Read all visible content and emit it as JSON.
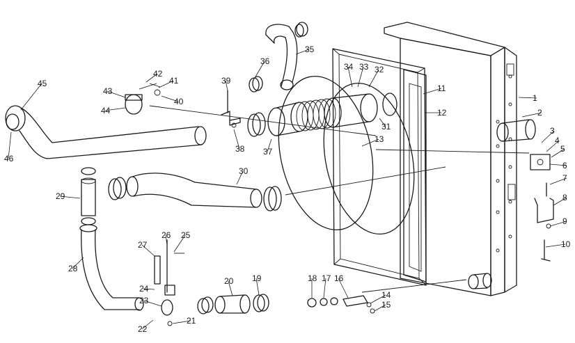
{
  "diagram": {
    "callouts": [
      {
        "id": "1",
        "text": "1"
      },
      {
        "id": "2",
        "text": "2"
      },
      {
        "id": "3",
        "text": "3"
      },
      {
        "id": "4",
        "text": "4"
      },
      {
        "id": "5",
        "text": "5"
      },
      {
        "id": "6",
        "text": "6"
      },
      {
        "id": "7",
        "text": "7"
      },
      {
        "id": "8",
        "text": "8"
      },
      {
        "id": "9",
        "text": "9"
      },
      {
        "id": "10",
        "text": "10"
      },
      {
        "id": "11",
        "text": "11"
      },
      {
        "id": "12",
        "text": "12"
      },
      {
        "id": "13",
        "text": "13"
      },
      {
        "id": "14",
        "text": "14"
      },
      {
        "id": "15",
        "text": "15"
      },
      {
        "id": "16",
        "text": "16"
      },
      {
        "id": "17",
        "text": "17"
      },
      {
        "id": "18",
        "text": "18"
      },
      {
        "id": "19",
        "text": "19"
      },
      {
        "id": "20",
        "text": "20"
      },
      {
        "id": "21",
        "text": "21"
      },
      {
        "id": "22",
        "text": "22"
      },
      {
        "id": "23",
        "text": "23"
      },
      {
        "id": "24",
        "text": "24"
      },
      {
        "id": "25",
        "text": "25"
      },
      {
        "id": "26",
        "text": "26"
      },
      {
        "id": "27",
        "text": "27"
      },
      {
        "id": "28",
        "text": "28"
      },
      {
        "id": "29",
        "text": "29"
      },
      {
        "id": "30",
        "text": "30"
      },
      {
        "id": "31",
        "text": "31"
      },
      {
        "id": "32",
        "text": "32"
      },
      {
        "id": "33",
        "text": "33"
      },
      {
        "id": "34",
        "text": "34"
      },
      {
        "id": "35",
        "text": "35"
      },
      {
        "id": "36",
        "text": "36"
      },
      {
        "id": "37",
        "text": "37"
      },
      {
        "id": "38",
        "text": "38"
      },
      {
        "id": "39",
        "text": "39"
      },
      {
        "id": "40",
        "text": "40"
      },
      {
        "id": "41",
        "text": "41"
      },
      {
        "id": "42",
        "text": "42"
      },
      {
        "id": "43",
        "text": "43"
      },
      {
        "id": "44",
        "text": "44"
      },
      {
        "id": "45",
        "text": "45"
      },
      {
        "id": "46",
        "text": "46"
      }
    ]
  }
}
